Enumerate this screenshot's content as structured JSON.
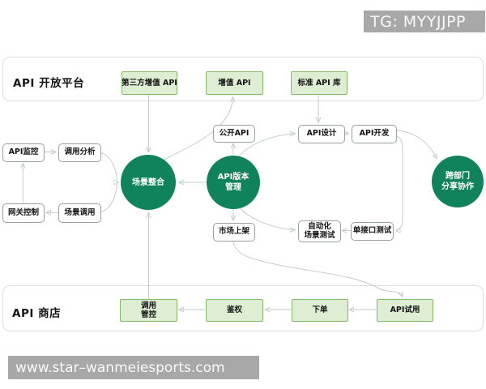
{
  "overlays": {
    "tg": "TG: MYYJJPP",
    "site": "www.star–wanmeiesports.com"
  },
  "sections": {
    "open_platform": "API 开放平台",
    "store": "API 商店"
  },
  "nodes": {
    "third_party_api": {
      "label": "第三方增值 API"
    },
    "value_api": {
      "label": "增值 API"
    },
    "std_api_lib": {
      "label": "标准 API 库"
    },
    "api_monitor": {
      "label": "API监控"
    },
    "call_analysis": {
      "label": "调用分析"
    },
    "gateway_control": {
      "label": "网关控制"
    },
    "scene_call": {
      "label": "场景调用"
    },
    "scene_integration": {
      "label": "场景整合"
    },
    "version_mgmt": {
      "line1": "API版本",
      "line2": "管理"
    },
    "cross_dept": {
      "line1": "跨部门",
      "line2": "分享协作"
    },
    "public_api": {
      "label": "公开API"
    },
    "api_design": {
      "label": "API设计"
    },
    "api_dev": {
      "label": "API开发"
    },
    "market_listing": {
      "label": "市场上架"
    },
    "auto_scene_test": {
      "line1": "自动化",
      "line2": "场景测试"
    },
    "unit_test": {
      "label": "单接口测试"
    },
    "call_control": {
      "line1": "调用",
      "line2": "管控"
    },
    "auth": {
      "label": "鉴权"
    },
    "order": {
      "label": "下单"
    },
    "api_trial": {
      "label": "API试用"
    }
  },
  "edges": [
    {
      "from": "第三方增值 API",
      "to": "场景整合"
    },
    {
      "from": "场景整合",
      "to": "增值 API"
    },
    {
      "from": "标准 API 库",
      "to": "API设计"
    },
    {
      "from": "API版本管理",
      "to": "公开API"
    },
    {
      "from": "API版本管理",
      "to": "市场上架"
    },
    {
      "from": "API监控",
      "to": "调用分析"
    },
    {
      "from": "网关控制",
      "to": "API监控"
    },
    {
      "from": "场景调用",
      "to": "网关控制"
    },
    {
      "from": "调用分析",
      "to": "场景整合"
    },
    {
      "from": "场景调用",
      "to": "场景整合"
    },
    {
      "from": "API版本管理",
      "to": "场景整合"
    },
    {
      "from": "API版本管理",
      "to": "API设计"
    },
    {
      "from": "API版本管理",
      "to": "自动化场景测试"
    },
    {
      "from": "API设计",
      "to": "API开发"
    },
    {
      "from": "API开发",
      "to": "单接口测试"
    },
    {
      "from": "API开发",
      "to": "跨部门分享协作"
    },
    {
      "from": "单接口测试",
      "to": "自动化场景测试"
    },
    {
      "from": "调用管控",
      "to": "场景整合"
    },
    {
      "from": "市场上架",
      "to": "API试用"
    },
    {
      "from": "API试用",
      "to": "下单"
    },
    {
      "from": "下单",
      "to": "鉴权"
    },
    {
      "from": "鉴权",
      "to": "调用管控"
    }
  ],
  "colors": {
    "circle_fill": "#10825c",
    "green_fill": "#ddeed3",
    "green_border": "#86b86a",
    "box_border": "#95a59b",
    "line": "#c6ccc7",
    "arrow": "#5d8070",
    "overlay_bg": "#a8a8a8"
  }
}
